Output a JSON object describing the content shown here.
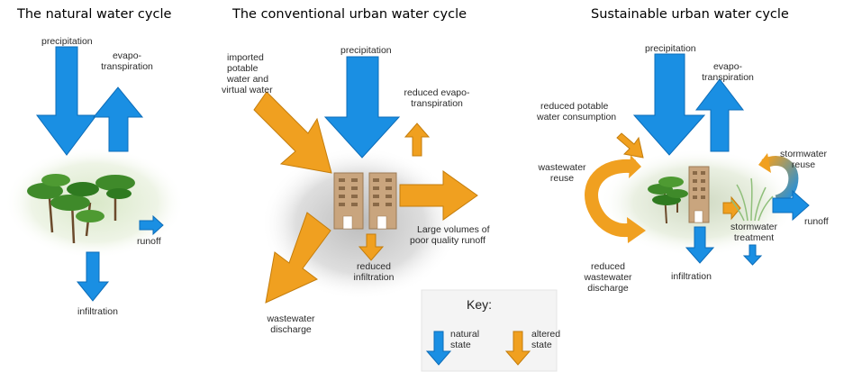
{
  "colors": {
    "natural": "#1a8fe3",
    "altered": "#f0a020",
    "foliage": "#3f8a2a",
    "building": "#c9a57e"
  },
  "panels": {
    "natural": {
      "title": "The natural water cycle",
      "labels": {
        "precipitation": "precipitation",
        "evapo1": "evapo-",
        "evapo2": "transpiration",
        "runoff": "runoff",
        "infiltration": "infiltration"
      }
    },
    "conventional": {
      "title": "The conventional urban water cycle",
      "labels": {
        "imported1": "imported",
        "imported2": "potable",
        "imported3": "water and",
        "imported4": "virtual water",
        "precipitation": "precipitation",
        "evap1": "reduced evapo-",
        "evap2": "transpiration",
        "runoff1": "Large volumes of",
        "runoff2": "poor quality runoff",
        "infil1": "reduced",
        "infil2": "infiltration",
        "waste1": "wastewater",
        "waste2": "discharge"
      }
    },
    "sustainable": {
      "title": "Sustainable urban water cycle",
      "labels": {
        "precipitation": "precipitation",
        "evapo1": "evapo-",
        "evapo2": "transpiration",
        "potable1": "reduced potable",
        "potable2": "water consumption",
        "reuse1": "wastewater",
        "reuse2": "reuse",
        "storm1": "stormwater",
        "storm2": "reuse",
        "runoff": "runoff",
        "treat1": "stormwater",
        "treat2": "treatment",
        "discharge1": "reduced",
        "discharge2": "wastewater",
        "discharge3": "discharge",
        "infiltration": "infiltration"
      }
    }
  },
  "key": {
    "title": "Key:",
    "natural1": "natural",
    "natural2": "state",
    "altered1": "altered",
    "altered2": "state"
  }
}
